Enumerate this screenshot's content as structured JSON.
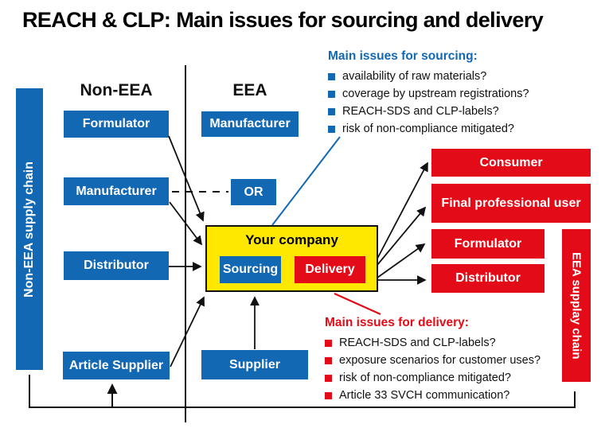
{
  "title": "REACH & CLP: Main issues for sourcing and delivery",
  "regions": {
    "non_eea_header": "Non-EEA",
    "eea_header": "EEA"
  },
  "bars": {
    "left": "Non-EEA supply chain",
    "right": "EEA supplay chain"
  },
  "nodes": {
    "formulator_non_eea": "Formulator",
    "manufacturer_non_eea": "Manufacturer",
    "distributor_non_eea": "Distributor",
    "article_supplier": "Article Supplier",
    "manufacturer_eea": "Manufacturer",
    "or_connector": "OR",
    "supplier": "Supplier"
  },
  "company": {
    "title": "Your company",
    "sourcing": "Sourcing",
    "delivery": "Delivery"
  },
  "customers": {
    "consumer": "Consumer",
    "final_professional_user": "Final professional user",
    "formulator": "Formulator",
    "distributor": "Distributor"
  },
  "sourcing_notes": {
    "heading": "Main issues for sourcing:",
    "items": [
      "availability of raw materials?",
      "coverage by upstream registrations?",
      "REACH-SDS and CLP-labels?",
      "risk of non-compliance mitigated?"
    ]
  },
  "delivery_notes": {
    "heading": "Main issues for delivery:",
    "items": [
      "REACH-SDS and CLP-labels?",
      "exposure scenarios for customer uses?",
      "risk of non-compliance mitigated?",
      "Article 33 SVCH communication?"
    ]
  },
  "colors": {
    "blue": "#1268b3",
    "red": "#e30b17",
    "yellow": "#ffe800",
    "line": "#111111"
  }
}
